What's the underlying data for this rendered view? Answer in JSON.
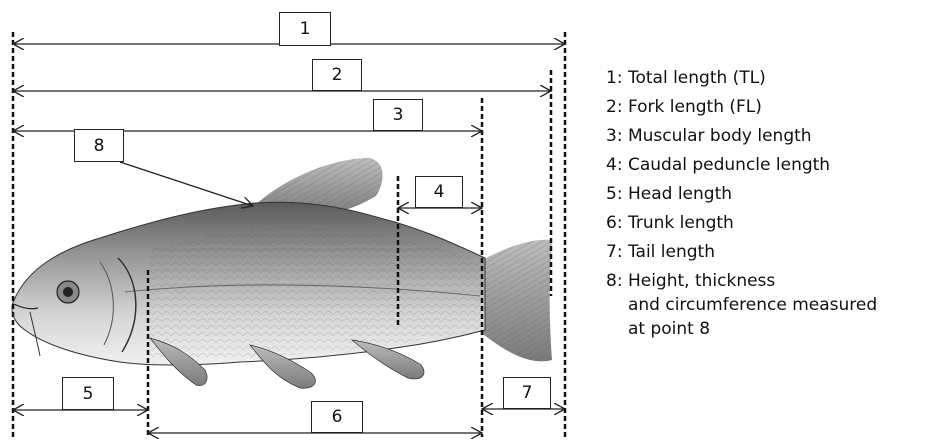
{
  "markers": [
    "1",
    "2",
    "3",
    "4",
    "5",
    "6",
    "7",
    "8"
  ],
  "legend": [
    {
      "num": "1",
      "text": "Total length (TL)"
    },
    {
      "num": "2",
      "text": "Fork length (FL)"
    },
    {
      "num": "3",
      "text": "Muscular body length"
    },
    {
      "num": "4",
      "text": "Caudal peduncle length"
    },
    {
      "num": "5",
      "text": "Head length"
    },
    {
      "num": "6",
      "text": "Trunk length"
    },
    {
      "num": "7",
      "text": "Tail length"
    },
    {
      "num": "8",
      "text": "Height, thickness\nand circumference measured\nat point 8"
    }
  ]
}
